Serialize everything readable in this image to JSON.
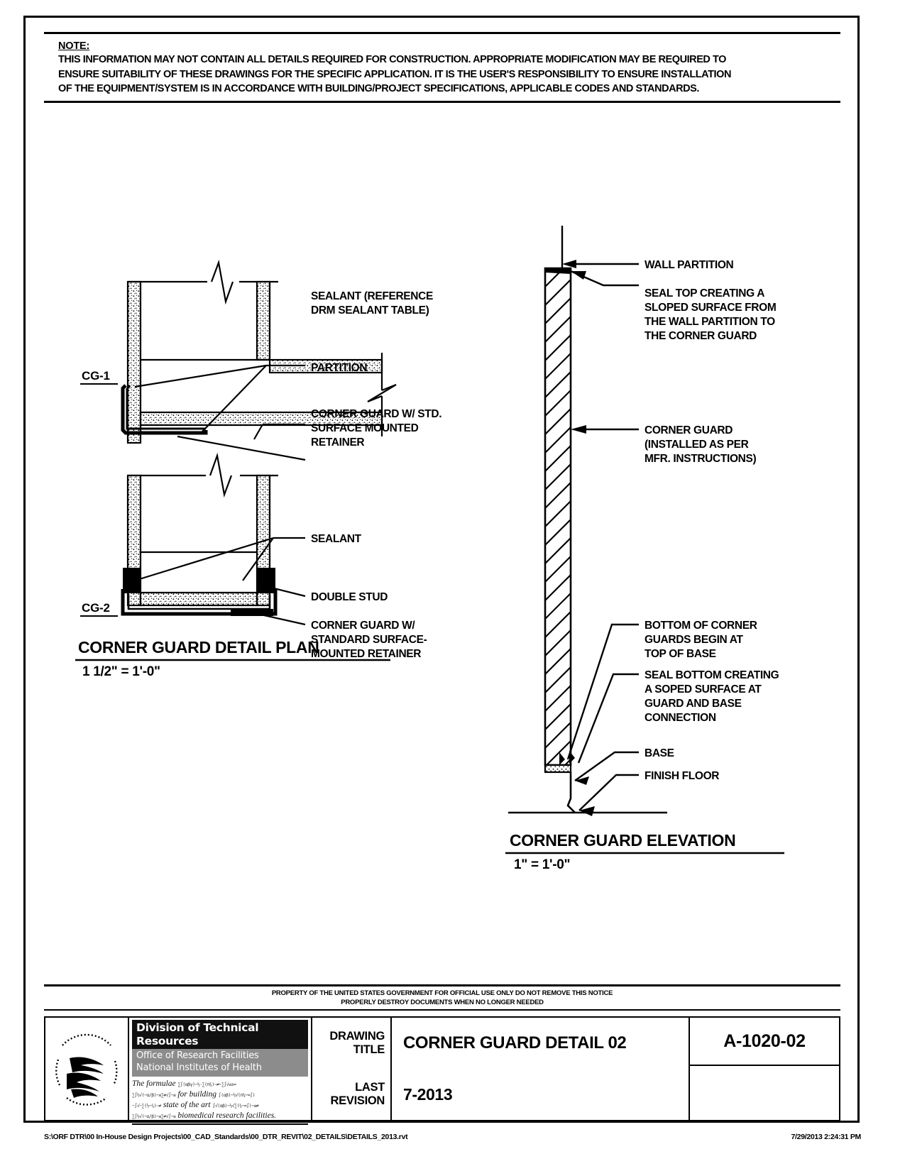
{
  "note": {
    "title": "NOTE:",
    "lines": [
      "THIS INFORMATION MAY NOT CONTAIN ALL DETAILS REQUIRED FOR CONSTRUCTION.  APPROPRIATE MODIFICATION MAY BE REQUIRED TO",
      "ENSURE SUITABILITY OF THESE DRAWINGS FOR THE SPECIFIC APPLICATION.  IT IS THE USER'S RESPONSIBILITY TO ENSURE INSTALLATION",
      "OF THE EQUIPMENT/SYSTEM IS IN ACCORDANCE WITH BUILDING/PROJECT SPECIFICATIONS, APPLICABLE CODES AND STANDARDS."
    ]
  },
  "plan_detail": {
    "title": "CORNER GUARD DETAIL PLAN",
    "scale": "1 1/2\" = 1'-0\"",
    "cg1": {
      "tag": "CG-1",
      "labels": [
        {
          "id": "sealant",
          "lines": [
            "SEALANT (REFERENCE",
            "DRM SEALANT TABLE)"
          ]
        },
        {
          "id": "partition",
          "lines": [
            "PARTITION"
          ]
        },
        {
          "id": "corner-guard",
          "lines": [
            "CORNER GUARD W/ STD.",
            "SURFACE MOUNTED",
            "RETAINER"
          ]
        }
      ]
    },
    "cg2": {
      "tag": "CG-2",
      "labels": [
        {
          "id": "sealant",
          "lines": [
            "SEALANT"
          ]
        },
        {
          "id": "double-stud",
          "lines": [
            "DOUBLE STUD"
          ]
        },
        {
          "id": "corner-guard",
          "lines": [
            "CORNER GUARD W/",
            "STANDARD SURFACE-",
            "MOUNTED RETAINER"
          ]
        }
      ]
    }
  },
  "elevation_detail": {
    "title": "CORNER GUARD ELEVATION",
    "scale": "1\" = 1'-0\"",
    "labels": [
      {
        "id": "wall-partition",
        "lines": [
          "WALL PARTITION"
        ]
      },
      {
        "id": "seal-top",
        "lines": [
          "SEAL TOP CREATING A",
          "SLOPED SURFACE FROM",
          "THE WALL PARTITION TO",
          "THE CORNER GUARD"
        ]
      },
      {
        "id": "corner-guard",
        "lines": [
          "CORNER GUARD",
          "(INSTALLED AS PER",
          "MFR. INSTRUCTIONS)"
        ]
      },
      {
        "id": "bottom-of-guards",
        "lines": [
          "BOTTOM OF CORNER",
          "GUARDS BEGIN AT",
          "TOP OF BASE"
        ]
      },
      {
        "id": "seal-bottom",
        "lines": [
          "SEAL BOTTOM CREATING",
          "A SOPED SURFACE AT",
          "GUARD AND BASE",
          "CONNECTION"
        ]
      },
      {
        "id": "base",
        "lines": [
          "BASE"
        ]
      },
      {
        "id": "finish-floor",
        "lines": [
          "FINISH FLOOR"
        ]
      }
    ]
  },
  "notice": {
    "line1": "PROPERTY OF THE UNITED STATES GOVERNMENT FOR OFFICIAL USE ONLY DO NOT REMOVE THIS NOTICE",
    "line2": "PROPERLY DESTROY DOCUMENTS WHEN NO LONGER NEEDED"
  },
  "titleblock": {
    "logo_alt": "hhs-seal-logo",
    "division": "Division of Technical Resources",
    "office": "Office of Research Facilities",
    "institutes": "National Institutes of Health",
    "formula_lines": [
      "The formulae",
      "for building",
      "state of the art",
      "biomedical research facilities."
    ],
    "drawing_title_label": "DRAWING\nTITLE",
    "drawing_title_label_1": "DRAWING",
    "drawing_title_label_2": "TITLE",
    "drawing_title_value": "CORNER GUARD DETAIL 02",
    "last_revision_label_1": "LAST",
    "last_revision_label_2": "REVISION",
    "last_revision_value": "7-2013",
    "drawing_number": "A-1020-02"
  },
  "footer": {
    "path": "S:\\ORF DTR\\00 In-House Design Projects\\00_CAD_Standards\\00_DTR_REVIT\\02_DETAILS\\DETAILS_2013.rvt",
    "timestamp": "7/29/2013 2:24:31 PM"
  },
  "colors": {
    "ink": "#000000",
    "paper": "#ffffff",
    "bar_dark": "#111111",
    "bar_gray": "#8c8c8c"
  }
}
